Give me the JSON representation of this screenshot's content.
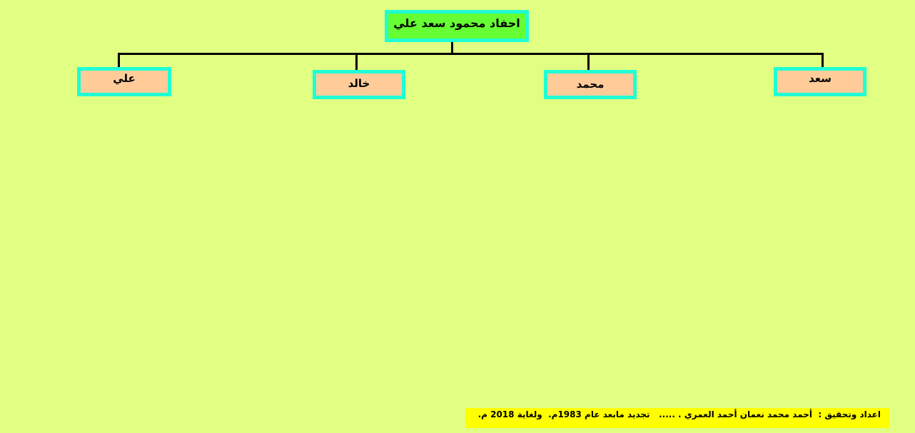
{
  "diagram": {
    "root": {
      "label": "احفاد محمود سعد علي"
    },
    "children": [
      {
        "label": "سعد"
      },
      {
        "label": "محمد"
      },
      {
        "label": "خالد"
      },
      {
        "label": "علي"
      }
    ]
  },
  "footer": {
    "text": "اعداد وتحقيق :  أحمد محمد نعمان أحمد العمري . .....   تجديد مابعد عام 1983م.  ولغاية 2018 م."
  },
  "colors": {
    "background": "#e1ff83",
    "root_fill": "#66ff33",
    "child_fill": "#ffcc99",
    "box_border": "#1effd4",
    "footer_fill": "#ffff00"
  }
}
